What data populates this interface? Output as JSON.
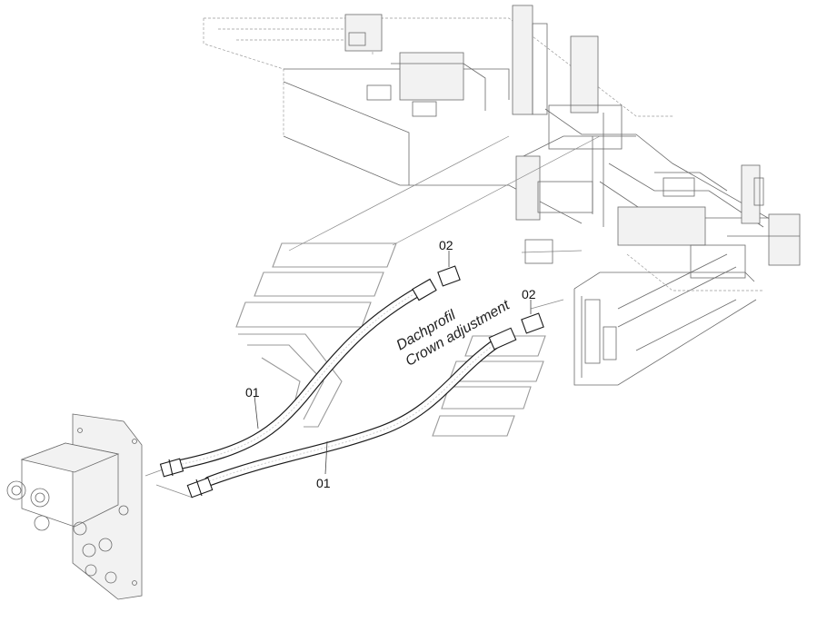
{
  "callouts": {
    "hose_upper": "01",
    "hose_lower": "01",
    "adapter_upper": "02",
    "adapter_lower": "02"
  },
  "label": {
    "line1": "Dachprofil",
    "line2": "Crown adjustment"
  },
  "icons": [
    "watermark-logo",
    "paver-frame",
    "valve-block",
    "hydraulic-hose",
    "hose-fitting",
    "adapter-fitting"
  ]
}
